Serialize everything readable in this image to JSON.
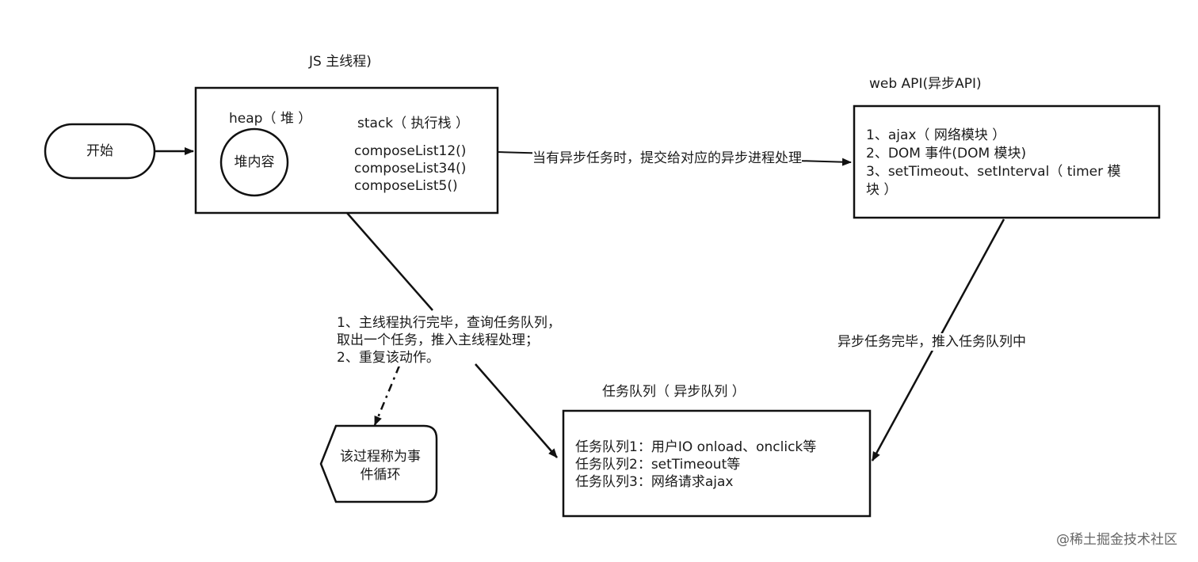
{
  "start": {
    "label": "开始"
  },
  "main_thread": {
    "title": "JS 主线程)",
    "heap": {
      "label": "heap（ 堆 ）",
      "content": "堆内容"
    },
    "stack": {
      "label": "stack（ 执行栈 ）",
      "items": [
        "composeList12()",
        "composeList34()",
        "composeList5()"
      ]
    }
  },
  "web_api": {
    "title": "web API(异步API)",
    "items": [
      "1、ajax（ 网络模块 ）",
      "2、DOM 事件(DOM 模块)",
      "3、setTimeout、setInterval（ timer 模",
      "块 ）"
    ]
  },
  "arrows": {
    "submit_async": "当有异步任务时，提交给对应的异步进程处理",
    "async_done": "异步任务完毕，推入任务队列中"
  },
  "event_loop_note": {
    "lines": [
      "1、主线程执行完毕，查询任务队列，",
      "取出一个任务，推入主线程处理；",
      "2、重复该动作。"
    ]
  },
  "event_loop_shape": {
    "lines": [
      "该过程称为事",
      "件循环"
    ]
  },
  "task_queue": {
    "title": "任务队列（ 异步队列 ）",
    "items": [
      "任务队列1：用户IO onload、onclick等",
      "任务队列2：setTimeout等",
      "任务队列3：网络请求ajax"
    ]
  },
  "watermark": "@稀土掘金技术社区"
}
